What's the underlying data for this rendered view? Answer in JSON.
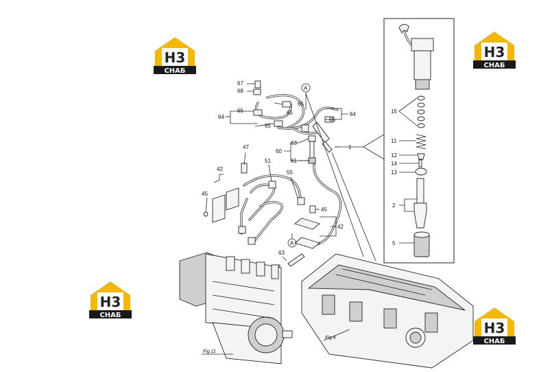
{
  "watermark": {
    "logo_h3": "H3",
    "logo_text": "CHAБ",
    "colors": {
      "gold": "#f5b800",
      "dark": "#222222",
      "band": "#1a1a1a"
    }
  },
  "callouts": {
    "c67": "67",
    "c68": "68",
    "c65a": "65",
    "c65b": "65",
    "c65c": "65",
    "c65d": "65",
    "c65e": "65",
    "c64a": "64",
    "c64b": "64",
    "c1": "1",
    "c63a": "63",
    "c60": "60",
    "c61": "61",
    "c47": "47",
    "c51": "51",
    "c55": "55",
    "c42a": "42",
    "c45a": "45",
    "c45b": "45",
    "c42b": "42",
    "c63b": "63",
    "cA1": "A",
    "cA2": "A",
    "c15": "15",
    "c11": "11",
    "c12": "12",
    "c14": "14",
    "c13": "13",
    "c2": "2",
    "c5": "5"
  },
  "figures": {
    "fig11": "Fig.11",
    "fig4": "Fig.4"
  }
}
